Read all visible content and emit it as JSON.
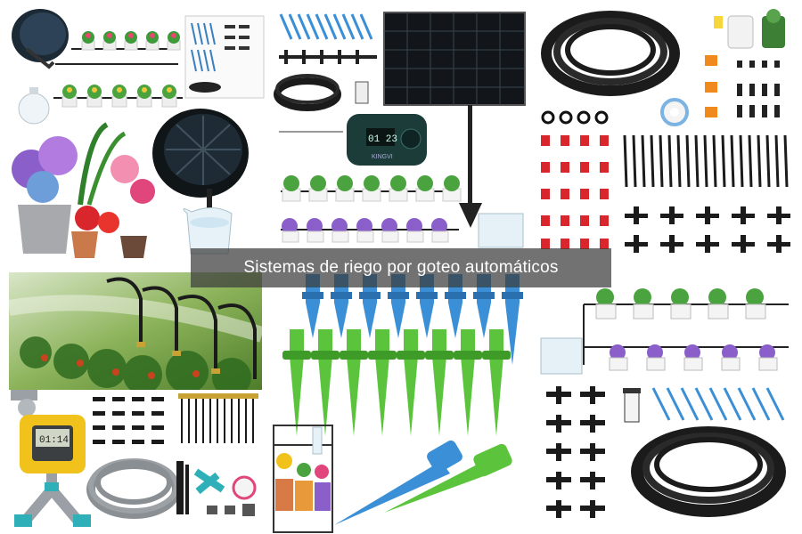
{
  "caption": "Sistemas de riego por goteo automáticos",
  "products": [
    {
      "id": "solar-mini-kit",
      "timer_display": ""
    },
    {
      "id": "solar-controller-kit",
      "timer_display": "01 23",
      "brand": "KINGVI"
    },
    {
      "id": "tubing-coil-kit"
    },
    {
      "id": "field-irrigation-photo"
    },
    {
      "id": "faucet-timer-kit",
      "timer_display": "01:14"
    },
    {
      "id": "self-watering-spikes-kit"
    },
    {
      "id": "drip-fittings-kit"
    }
  ],
  "colors": {
    "caption_bg": "#3c3c3c",
    "spike_blue": "#3a8fd6",
    "spike_green": "#5cc43c",
    "tube_black": "#1b1b1b",
    "dripper_red": "#d8262c",
    "timer_yellow": "#f2c21c",
    "hose_grey": "#8a8f94"
  }
}
